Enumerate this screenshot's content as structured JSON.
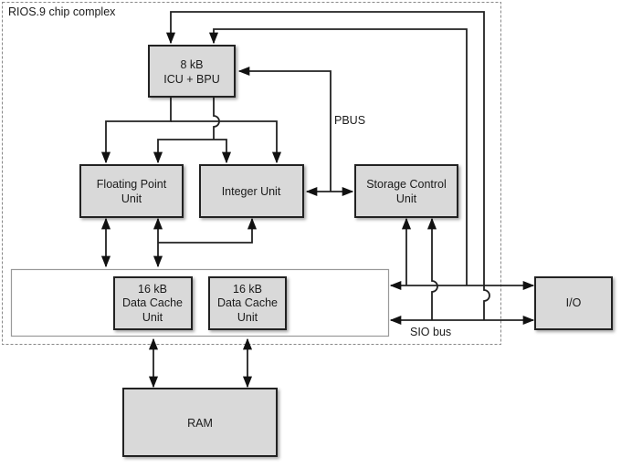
{
  "diagram": {
    "container_label": "RIOS.9 chip complex",
    "blocks": {
      "icu": [
        "8 kB",
        "ICU + BPU"
      ],
      "fpu": [
        "Floating Point",
        "Unit"
      ],
      "integer": [
        "Integer Unit"
      ],
      "storage": [
        "Storage Control",
        "Unit"
      ],
      "dcache1": [
        "16 kB",
        "Data Cache",
        "Unit"
      ],
      "dcache2": [
        "16 kB",
        "Data Cache",
        "Unit"
      ],
      "io": [
        "I/O"
      ],
      "ram": [
        "RAM"
      ]
    },
    "bus_labels": {
      "pbus": "PBUS",
      "sio": "SIO bus"
    }
  }
}
